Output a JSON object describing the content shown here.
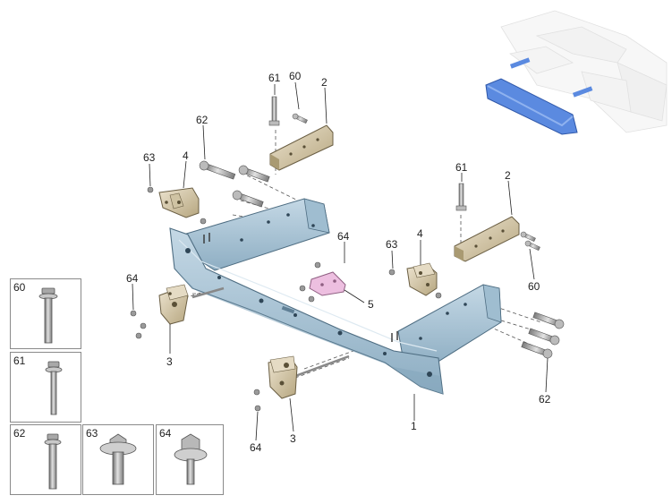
{
  "callouts": {
    "c1": "1",
    "c2a": "2",
    "c2b": "2",
    "c3a": "3",
    "c3b": "3",
    "c4a": "4",
    "c4b": "4",
    "c5": "5",
    "c60a": "60",
    "c60b": "60",
    "c61a": "61",
    "c61b": "61",
    "c62a": "62",
    "c62b": "62",
    "c63a": "63",
    "c63b": "63",
    "c64a": "64",
    "c64b": "64",
    "c64c": "64"
  },
  "legend": [
    {
      "label": "60",
      "icon": "hex-flange-bolt-long-icon"
    },
    {
      "label": "61",
      "icon": "hex-flange-bolt-medium-icon"
    },
    {
      "label": "62",
      "icon": "hex-flange-bolt-short-icon"
    },
    {
      "label": "63",
      "icon": "hex-flange-nut-icon"
    },
    {
      "label": "64",
      "icon": "hex-collar-nut-icon"
    }
  ],
  "colors": {
    "beam": "#a8c4d6",
    "beam_dark": "#7ea0b6",
    "bracket": "#d8ccb0",
    "bracket_dark": "#b8a982",
    "plate": "#e7b4d7",
    "highlight": "#4a78d8",
    "fastener": "#9a9a9a"
  }
}
